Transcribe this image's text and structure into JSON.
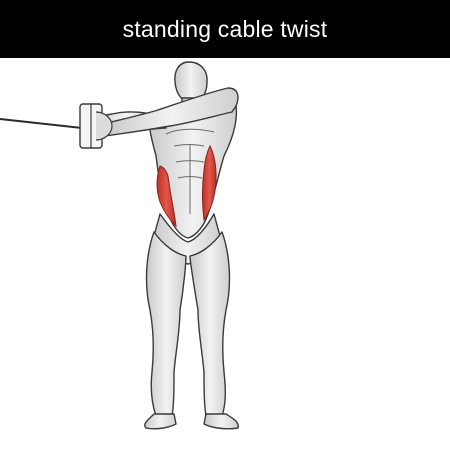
{
  "header": {
    "title": "standing cable twist"
  },
  "illustration": {
    "subject": "standing-cable-twist-figure",
    "highlighted_muscles": [
      "obliques"
    ],
    "colors": {
      "background": "#ffffff",
      "title_bar": "#000000",
      "title_text": "#ffffff",
      "body": "#e8e8e8",
      "outline": "#3a3a3a",
      "highlight": "#d9443a"
    }
  }
}
